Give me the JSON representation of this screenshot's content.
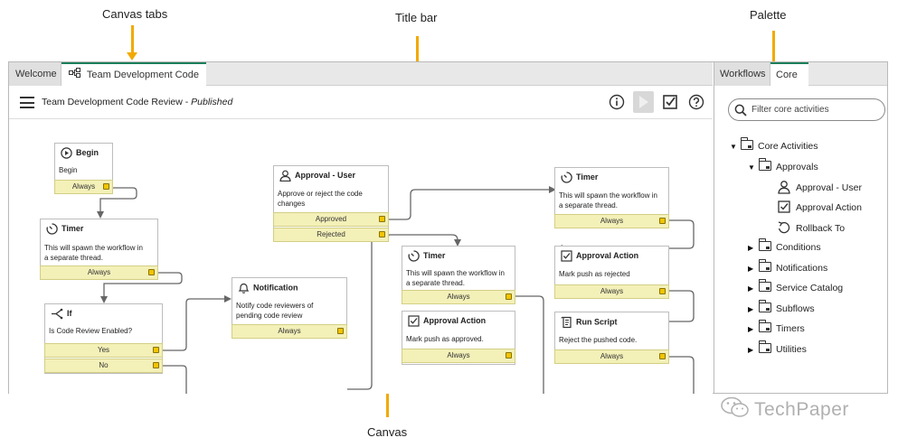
{
  "annotations": {
    "canvas_tabs": "Canvas tabs",
    "title_bar": "Title bar",
    "palette": "Palette",
    "canvas": "Canvas"
  },
  "tabs": {
    "welcome": "Welcome",
    "active": "Team Development Code R..."
  },
  "title_bar": {
    "workflow_name": "Team Development Code Review",
    "separator": " - ",
    "state": "Published"
  },
  "palette": {
    "tabs": {
      "workflows": "Workflows",
      "core": "Core"
    },
    "search_placeholder": "Filter core activities",
    "tree": {
      "root": "Core Activities",
      "approvals": "Approvals",
      "approval_user": "Approval - User",
      "approval_action": "Approval Action",
      "rollback_to": "Rollback To",
      "conditions": "Conditions",
      "notifications": "Notifications",
      "service_catalog": "Service Catalog",
      "subflows": "Subflows",
      "timers": "Timers",
      "utilities": "Utilities"
    }
  },
  "nodes": {
    "begin": {
      "title": "Begin",
      "desc": "Begin",
      "cond": "Always"
    },
    "timer1": {
      "title": "Timer",
      "desc1": "This will spawn the workflow in",
      "desc2": "a separate thread.",
      "cond": "Always"
    },
    "if": {
      "title": "If",
      "desc": "Is Code Review Enabled?",
      "cond_yes": "Yes",
      "cond_no": "No"
    },
    "notification": {
      "title": "Notification",
      "desc1": "Notify code reviewers of",
      "desc2": "pending code review",
      "cond": "Always"
    },
    "approval_user": {
      "title": "Approval - User",
      "desc1": "Approve or reject the code",
      "desc2": "changes",
      "cond_approved": "Approved",
      "cond_rejected": "Rejected"
    },
    "timer2": {
      "title": "Timer",
      "desc1": "This will spawn the workflow in",
      "desc2": "a separate thread.",
      "cond": "Always"
    },
    "approval_action1": {
      "title": "Approval Action",
      "desc": "Mark push as approved.",
      "cond": "Always"
    },
    "timer3": {
      "title": "Timer",
      "desc1": "This will spawn the workflow in",
      "desc2": "a separate thread.",
      "cond": "Always"
    },
    "approval_action2": {
      "title": "Approval Action",
      "desc": "Mark push as rejected",
      "cond": "Always"
    },
    "run_script": {
      "title": "Run Script",
      "desc": "Reject the pushed code.",
      "cond": "Always"
    }
  },
  "watermark": "TechPaper",
  "colors": {
    "accent_tab": "#1a7f5a",
    "arrow": "#f2a900",
    "condition_bg": "#f3f0b8",
    "port": "#f2c400"
  }
}
